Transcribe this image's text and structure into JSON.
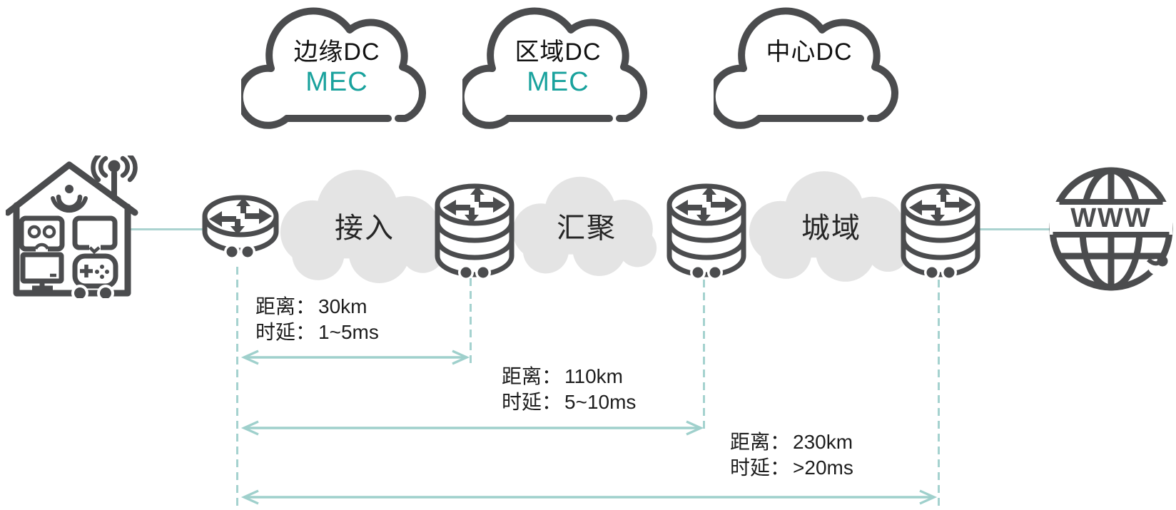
{
  "dc_clouds": [
    {
      "title": "边缘DC",
      "subtitle": "MEC"
    },
    {
      "title": "区域DC",
      "subtitle": "MEC"
    },
    {
      "title": "中心DC",
      "subtitle": ""
    }
  ],
  "segments": [
    {
      "label": "接入"
    },
    {
      "label": "汇聚"
    },
    {
      "label": "城域"
    }
  ],
  "metrics": [
    {
      "distance_label": "距离：",
      "distance_value": "30km",
      "latency_label": "时延：",
      "latency_value": "1~5ms"
    },
    {
      "distance_label": "距离：",
      "distance_value": "110km",
      "latency_label": "时延：",
      "latency_value": "5~10ms"
    },
    {
      "distance_label": "距离：",
      "distance_value": "230km",
      "latency_label": "时延：",
      "latency_value": ">20ms"
    }
  ],
  "internet": {
    "label": "WWW"
  },
  "icons": {
    "home": "smart-home-icon",
    "router": "router-icon",
    "router_stack": "router-stack-icon",
    "globe": "www-globe-icon",
    "dc_cloud": "cloud-outline-icon"
  },
  "colors": {
    "icon_dark": "#4b4c4e",
    "mec_teal": "#19a29d",
    "connector_teal": "#abd3d0",
    "arrow_teal": "#9fd0cc",
    "blob_gray": "#e4e4e4",
    "text_dark": "#1d1d1d"
  }
}
